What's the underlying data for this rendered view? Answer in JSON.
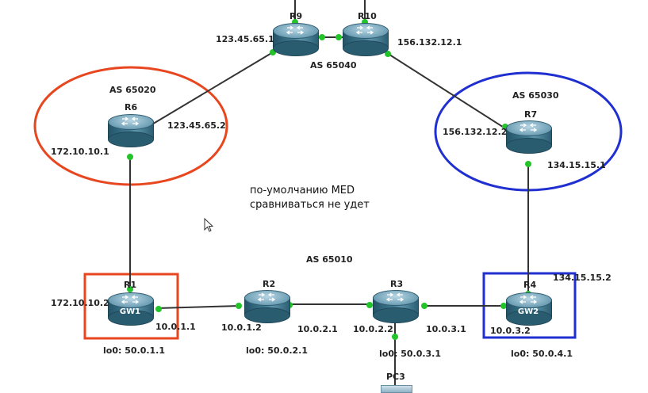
{
  "diagram": {
    "as_labels": {
      "as65040": "AS 65040",
      "as65020": "AS 65020",
      "as65030": "AS 65030",
      "as65010": "AS 65010"
    },
    "routers": {
      "r9": {
        "name": "R9"
      },
      "r10": {
        "name": "R10"
      },
      "r6": {
        "name": "R6"
      },
      "r7": {
        "name": "R7"
      },
      "r1": {
        "name": "R1",
        "badge": "GW1"
      },
      "r2": {
        "name": "R2"
      },
      "r3": {
        "name": "R3"
      },
      "r4": {
        "name": "R4",
        "badge": "GW2"
      },
      "pc3": {
        "name": "PC3"
      }
    },
    "ip_labels": {
      "r9_left": "123.45.65.1",
      "r10_right": "156.132.12.1",
      "r6_right": "123.45.65.2",
      "r6_left": "172.10.10.1",
      "r7_left": "156.132.12.2",
      "r7_bottom": "134.15.15.1",
      "r1_left": "172.10.10.2",
      "r1_right": "10.0.1.1",
      "r2_left": "10.0.1.2",
      "r2_right": "10.0.2.1",
      "r3_left": "10.0.2.2",
      "r3_right": "10.0.3.1",
      "r4_left": "10.0.3.2",
      "r4_top": "134.15.15.2"
    },
    "loopbacks": {
      "r1": "lo0: 50.0.1.1",
      "r2": "lo0: 50.0.2.1",
      "r3": "lo0: 50.0.3.1",
      "r4": "lo0: 50.0.4.1"
    },
    "note": {
      "line1": "по-умолчанию MED",
      "line2": "сравниваться не удет"
    },
    "colors": {
      "as65020_ellipse": "#e8461e",
      "as65030_ellipse": "#1f2fd0",
      "gw1_box": "#e8461e",
      "gw2_box": "#1f2fd0",
      "link": "#333333",
      "port": "#22c42a"
    }
  }
}
